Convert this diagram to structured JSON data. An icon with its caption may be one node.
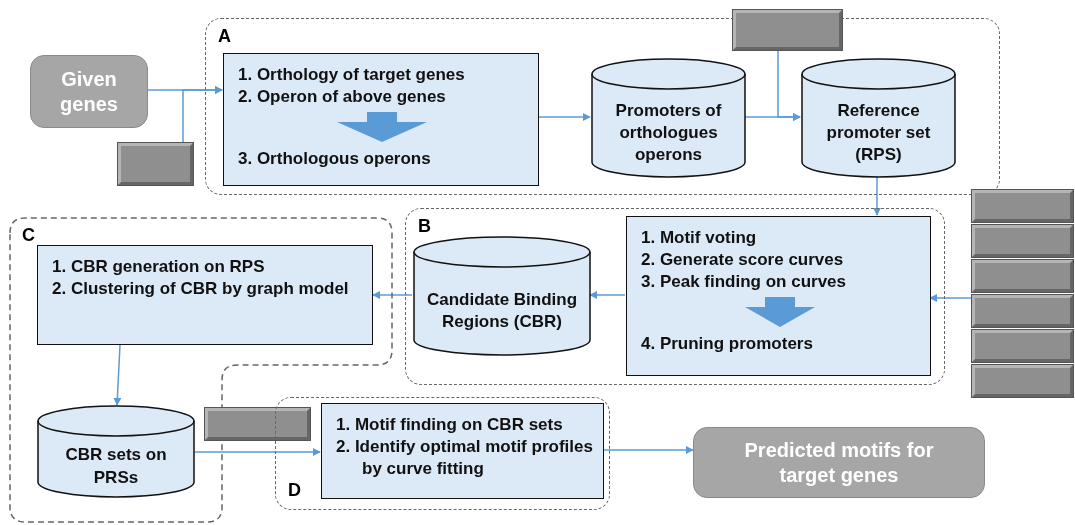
{
  "diagram": {
    "nodes": [
      {
        "text": [
          "Given genes"
        ]
      },
      {
        "text": [
          "A"
        ]
      },
      {
        "text": [
          "1. Orthology of target genes",
          "2. Operon of above genes",
          "3. Orthologous operons"
        ],
        "in": 1
      },
      {
        "text": [],
        "shape": "box"
      },
      {
        "text": [],
        "shape": "box"
      },
      {
        "text": [
          "Promoters of orthologues operons"
        ],
        "in": 1
      },
      {
        "text": [
          "Reference promoter set (RPS)"
        ],
        "in": 1
      },
      {
        "text": [],
        "shape": "box"
      },
      {
        "text": [],
        "shape": "box"
      },
      {
        "text": [],
        "shape": "box"
      },
      {
        "text": [],
        "shape": "box"
      },
      {
        "text": [],
        "shape": "box"
      },
      {
        "text": [],
        "shape": "box"
      },
      {
        "text": [
          "C"
        ]
      },
      {
        "text": [
          "1. CBR generation on RPS",
          "2. Clustering of CBR by graph model"
        ],
        "in": 13
      },
      {
        "text": [
          "B"
        ]
      },
      {
        "text": [
          "Candidate Binding Regions (CBR)"
        ],
        "in": 15
      },
      {
        "text": [
          "1. Motif voting",
          "2. Generate score curves",
          "3. Peak finding on curves",
          "4. Pruning promoters"
        ],
        "in": 15
      },
      {
        "text": [
          "CBR sets on PRSs"
        ],
        "in": 13
      },
      {
        "text": [],
        "shape": "box"
      },
      {
        "text": [
          "D"
        ]
      },
      {
        "text": [
          "1. Motif finding on CBR sets",
          "2. Identify optimal motif profiles by curve fitting"
        ],
        "in": 20
      },
      {
        "text": [
          "Predicted motifs for target genes"
        ]
      }
    ],
    "edges": [
      {
        "from": 0,
        "to": 2,
        "arrow": "to"
      },
      {
        "from": 3,
        "to": 2,
        "arrow": "to"
      },
      {
        "from": 2,
        "to": 5,
        "arrow": "to"
      },
      {
        "from": 5,
        "to": 6,
        "arrow": "to"
      },
      {
        "from": 4,
        "to": 6,
        "arrow": "to"
      },
      {
        "from": 6,
        "to": 17,
        "arrow": "to"
      },
      {
        "from": 10,
        "to": 17,
        "arrow": "to"
      },
      {
        "from": 17,
        "to": 16,
        "arrow": "to"
      },
      {
        "from": 16,
        "to": 14,
        "arrow": "to"
      },
      {
        "from": 14,
        "to": 18,
        "arrow": "to"
      },
      {
        "from": 18,
        "to": 21,
        "arrow": "to"
      },
      {
        "from": 21,
        "to": 22,
        "arrow": "to"
      }
    ]
  }
}
